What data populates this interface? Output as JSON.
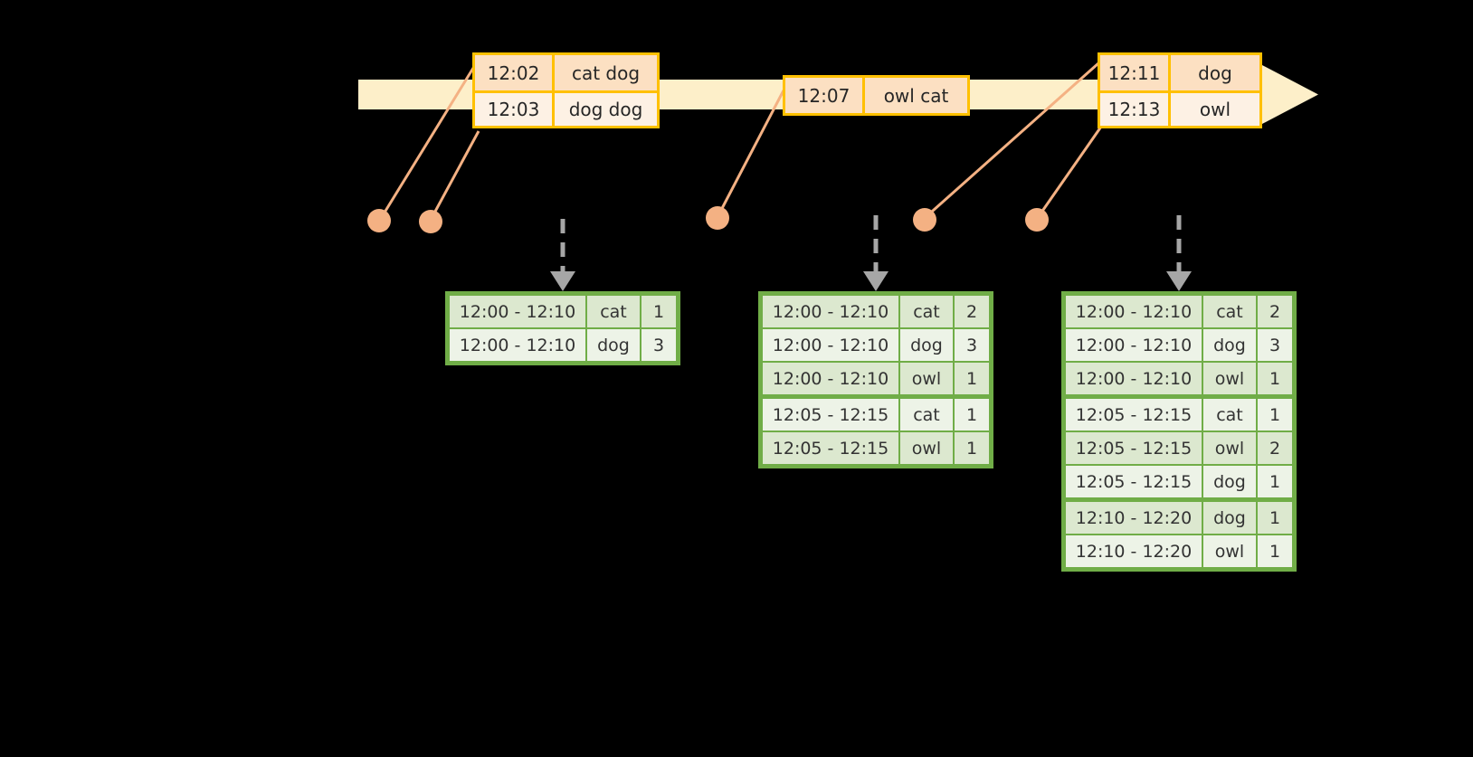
{
  "timeline": {
    "axis_color": "#FDEFC9",
    "event_border_color": "#FFC000",
    "connector_color": "#F4B183",
    "arrow_color": "#A6A6A6",
    "table_border_color": "#70AD47",
    "event_groups": [
      {
        "name": "event-group-1",
        "rows": [
          {
            "time": "12:02",
            "value": "cat dog"
          },
          {
            "time": "12:03",
            "value": "dog dog"
          }
        ]
      },
      {
        "name": "event-group-2",
        "rows": [
          {
            "time": "12:07",
            "value": "owl cat"
          }
        ]
      },
      {
        "name": "event-group-3",
        "rows": [
          {
            "time": "12:11",
            "value": "dog"
          },
          {
            "time": "12:13",
            "value": "owl"
          }
        ]
      }
    ]
  },
  "tables": [
    {
      "name": "result-table-1",
      "rows": [
        {
          "window": "12:00 - 12:10",
          "key": "cat",
          "count": "1"
        },
        {
          "window": "12:00 - 12:10",
          "key": "dog",
          "count": "3"
        }
      ]
    },
    {
      "name": "result-table-2",
      "rows": [
        {
          "window": "12:00 - 12:10",
          "key": "cat",
          "count": "2"
        },
        {
          "window": "12:00 - 12:10",
          "key": "dog",
          "count": "3"
        },
        {
          "window": "12:00 - 12:10",
          "key": "owl",
          "count": "1"
        },
        {
          "window": "12:05 - 12:15",
          "key": "cat",
          "count": "1"
        },
        {
          "window": "12:05 - 12:15",
          "key": "owl",
          "count": "1"
        }
      ]
    },
    {
      "name": "result-table-3",
      "rows": [
        {
          "window": "12:00 - 12:10",
          "key": "cat",
          "count": "2"
        },
        {
          "window": "12:00 - 12:10",
          "key": "dog",
          "count": "3"
        },
        {
          "window": "12:00 - 12:10",
          "key": "owl",
          "count": "1"
        },
        {
          "window": "12:05 - 12:15",
          "key": "cat",
          "count": "1"
        },
        {
          "window": "12:05 - 12:15",
          "key": "owl",
          "count": "2"
        },
        {
          "window": "12:05 - 12:15",
          "key": "dog",
          "count": "1"
        },
        {
          "window": "12:10 - 12:20",
          "key": "dog",
          "count": "1"
        },
        {
          "window": "12:10 - 12:20",
          "key": "owl",
          "count": "1"
        }
      ]
    }
  ]
}
